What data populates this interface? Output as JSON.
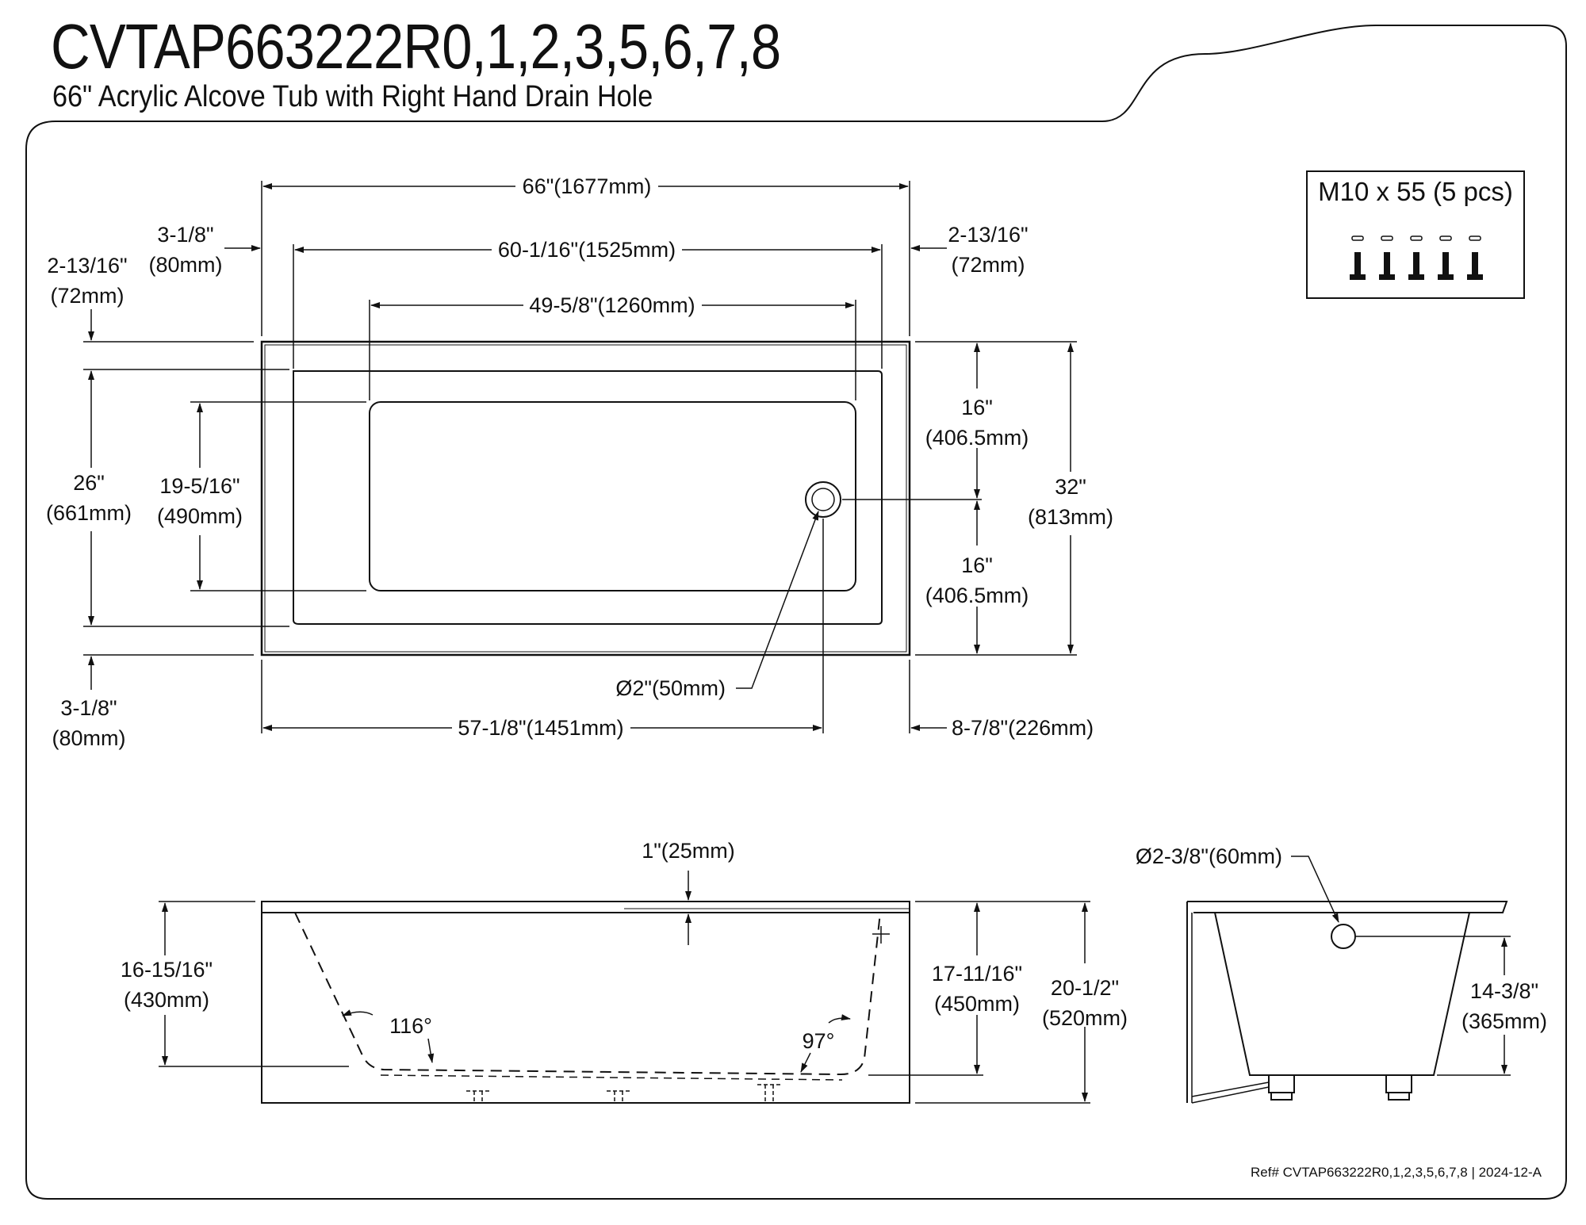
{
  "header": {
    "model": "CVTAP663222R0,1,2,3,5,6,7,8",
    "description": "66\" Acrylic Alcove Tub with Right Hand Drain Hole"
  },
  "hardware": {
    "label": "M10 x 55 (5 pcs)",
    "count": 5
  },
  "top_view": {
    "overall_length": "66\"(1677mm)",
    "inner_length": "60-1/16\"(1525mm)",
    "floor_length": "49-5/8\"(1260mm)",
    "left_rim_top": "3-1/8\"",
    "left_rim_top_mm": "(80mm)",
    "right_rim_top": "2-13/16\"",
    "right_rim_top_mm": "(72mm)",
    "rear_rim": "2-13/16\"",
    "rear_rim_mm": "(72mm)",
    "inner_width": "26\"",
    "inner_width_mm": "(661mm)",
    "floor_width": "19-5/16\"",
    "floor_width_mm": "(490mm)",
    "drain_to_back": "16\"",
    "drain_to_back_mm": "(406.5mm)",
    "drain_to_front": "16\"",
    "drain_to_front_mm": "(406.5mm)",
    "overall_width": "32\"",
    "overall_width_mm": "(813mm)",
    "drain_diameter": "Ø2\"(50mm)",
    "front_rim": "3-1/8\"",
    "front_rim_mm": "(80mm)",
    "drain_from_left": "57-1/8\"(1451mm)",
    "drain_from_right": "8-7/8\"(226mm)"
  },
  "side_view": {
    "rim_thickness": "1\"(25mm)",
    "inner_depth": "16-15/16\"",
    "inner_depth_mm": "(430mm)",
    "left_angle": "116°",
    "right_angle": "97°",
    "water_depth": "17-11/16\"",
    "water_depth_mm": "(450mm)",
    "overall_height": "20-1/2\"",
    "overall_height_mm": "(520mm)"
  },
  "end_view": {
    "overflow_diameter": "Ø2-3/8\"(60mm)",
    "overflow_height": "14-3/8\"",
    "overflow_height_mm": "(365mm)"
  },
  "footer": {
    "ref": "Ref# CVTAP663222R0,1,2,3,5,6,7,8 | 2024-12-A"
  }
}
